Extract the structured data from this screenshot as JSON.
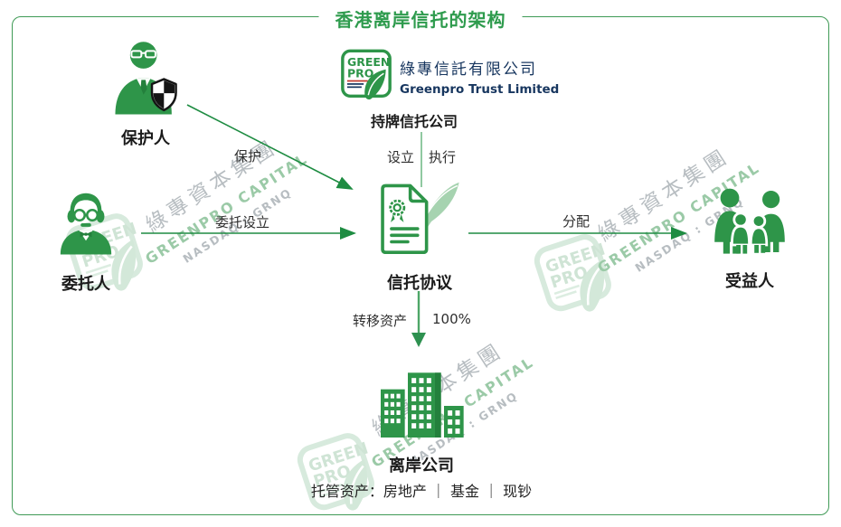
{
  "title": "香港离岸信托的架构",
  "nodes": {
    "protector": {
      "label": "保护人"
    },
    "trust_company": {
      "label": "持牌信托公司",
      "name_zh": "綠專信託有限公司",
      "name_en": "Greenpro Trust Limited",
      "logo_line1": "GREEN",
      "logo_line2": "PRO"
    },
    "settlor": {
      "label": "委托人"
    },
    "trust_agreement": {
      "label": "信托协议"
    },
    "beneficiary": {
      "label": "受益人"
    },
    "offshore_company": {
      "label": "离岸公司",
      "caption": "托管资产：房地产 ｜ 基金 ｜ 现钞"
    }
  },
  "edges": {
    "protect": "保护",
    "entrust": "委托设立",
    "setup": "设立",
    "execute": "执行",
    "distribute": "分配",
    "transfer": "转移资产",
    "transfer_pct": "100%"
  },
  "watermark": {
    "zh": "綠專資本集團",
    "en": "GREENPRO CAPITAL",
    "ticker": "NASDAQ : GRNQ",
    "logo_line1": "GREEN",
    "logo_line2": "PRO"
  },
  "colors": {
    "green": "#2e9549",
    "title_green": "#2e9b4d",
    "arrow_green": "#1e8c42",
    "light_green": "#90c9a1",
    "navy": "#17365f",
    "watermark_gray": "#b7bdc1",
    "watermark_green": "#9bcaa7"
  }
}
